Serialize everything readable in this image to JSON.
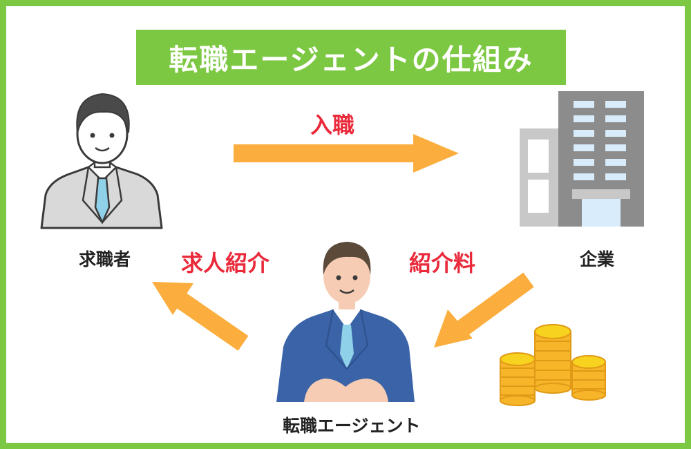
{
  "title": "転職エージェントの仕組み",
  "nodes": {
    "job_seeker": "求職者",
    "company": "企業",
    "agent": "転職エージェント"
  },
  "flows": {
    "hire": "入職",
    "introduce": "求人紹介",
    "fee": "紹介料"
  },
  "colors": {
    "frame": "#7dc843",
    "arrow": "#fbae3d",
    "flow_label": "#ea2a3a",
    "suit_agent": "#3b64a8",
    "suit_seeker": "#d9d9d9",
    "building": "#8c8c8c",
    "coin": "#f7d21e"
  },
  "icons": [
    "job-seeker-person-icon",
    "office-building-icon",
    "agent-person-icon",
    "coin-stacks-icon"
  ]
}
